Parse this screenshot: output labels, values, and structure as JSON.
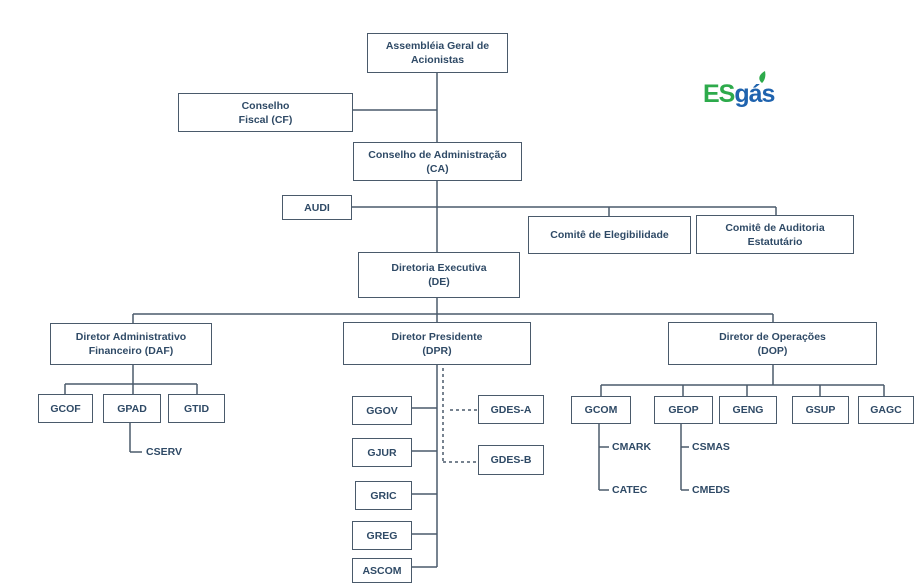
{
  "logo": {
    "part1": "ES",
    "part2": "gás"
  },
  "boxes": {
    "assembleia": "Assembléia Geral de\nAcionistas",
    "conselho_fiscal": "Conselho\nFiscal (CF)",
    "conselho_adm": "Conselho de Administração\n(CA)",
    "audi": "AUDI",
    "comite_eleg": "Comitê de Elegibilidade",
    "comite_aud": "Comitê de Auditoria\nEstatutário",
    "diretoria_exec": "Diretoria Executiva\n(DE)",
    "daf": "Diretor Administrativo\nFinanceiro (DAF)",
    "dpr": "Diretor Presidente\n(DPR)",
    "dop": "Diretor de Operações\n(DOP)",
    "gcof": "GCOF",
    "gpad": "GPAD",
    "gtid": "GTID",
    "ggov": "GGOV",
    "gjur": "GJUR",
    "gric": "GRIC",
    "greg": "GREG",
    "ascom": "ASCOM",
    "gdes_a": "GDES-A",
    "gdes_b": "GDES-B",
    "gcom": "GCOM",
    "geop": "GEOP",
    "geng": "GENG",
    "gsup": "GSUP",
    "gagc": "GAGC"
  },
  "labels": {
    "cserv": "CSERV",
    "cmark": "CMARK",
    "catec": "CATEC",
    "csmas": "CSMAS",
    "cmeds": "CMEDS"
  },
  "colors": {
    "line": "#4a5a6b",
    "text": "#2f4a66",
    "logo_green": "#2daa4b",
    "logo_blue": "#1f63ae"
  }
}
